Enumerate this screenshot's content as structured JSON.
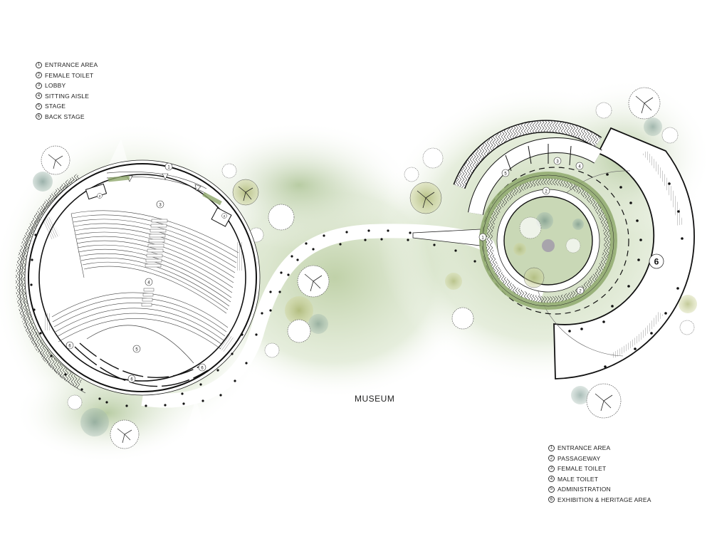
{
  "colors": {
    "ground_light": "#dfe8d4",
    "ground_mid": "#c3d4ae",
    "ground_dark": "#9fb88a",
    "tree_teal": "#7f9f95",
    "tree_olive": "#b6bf7e",
    "line": "#1a1a1a",
    "paper": "#ffffff"
  },
  "legend_left": {
    "items": [
      {
        "num": "1",
        "label": "ENTRANCE AREA"
      },
      {
        "num": "2",
        "label": "FEMALE TOILET"
      },
      {
        "num": "3",
        "label": "LOBBY"
      },
      {
        "num": "4",
        "label": "SITTING AISLE"
      },
      {
        "num": "5",
        "label": "STAGE"
      },
      {
        "num": "6",
        "label": "BACK STAGE"
      }
    ]
  },
  "legend_right": {
    "items": [
      {
        "num": "1",
        "label": "ENTRANCE AREA"
      },
      {
        "num": "2",
        "label": "PASSAGEWAY"
      },
      {
        "num": "3",
        "label": "FEMALE TOILET"
      },
      {
        "num": "4",
        "label": "MALE TOILET"
      },
      {
        "num": "5",
        "label": "ADMINISTRATION"
      },
      {
        "num": "6",
        "label": "EXHIBITION & HERITAGE AREA"
      }
    ]
  },
  "theater_markers": {
    "entrance": "1",
    "toilet_left": "2",
    "toilet_right": "2",
    "lobby": "3",
    "aisle": "4",
    "stage": "5",
    "backstage_left": "6",
    "backstage_right": "6",
    "backstage_bottom": "6"
  },
  "museum_markers": {
    "entrance": "1",
    "passage_top": "2",
    "passage_bottom": "2",
    "female_toilet": "3",
    "male_toilet": "4",
    "admin": "5",
    "exhibition": "6"
  },
  "site_label": "MUSEUM"
}
